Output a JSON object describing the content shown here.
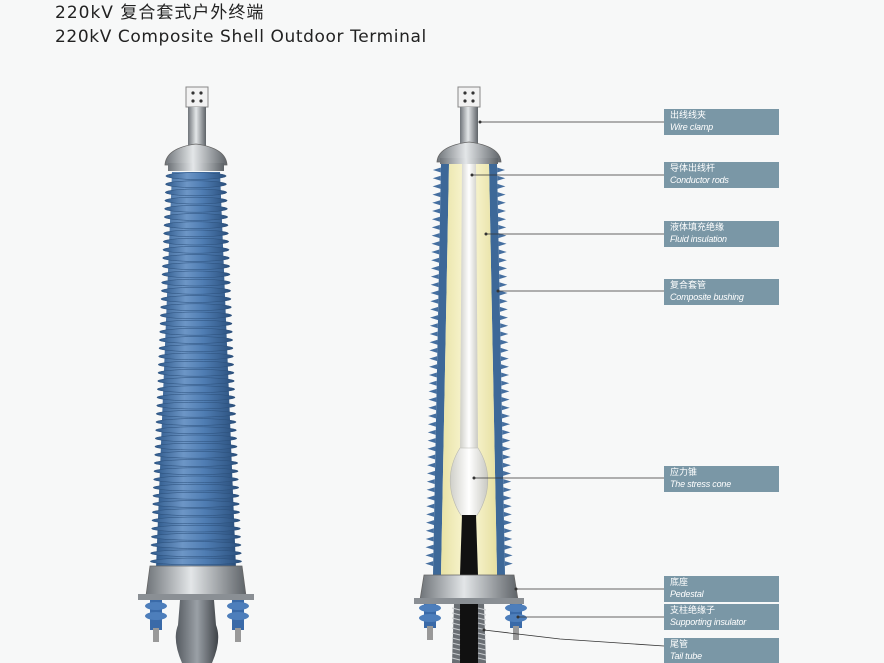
{
  "header": {
    "title_cn": "220kV 复合套式户外终端",
    "title_en": "220kV Composite Shell Outdoor Terminal"
  },
  "callouts": [
    {
      "cn": "出线线夹",
      "en": "Wire clamp"
    },
    {
      "cn": "导体出线杆",
      "en": "Conductor rods"
    },
    {
      "cn": "液体填充绝缘",
      "en": "Fluid insulation"
    },
    {
      "cn": "复合套管",
      "en": "Composite bushing"
    },
    {
      "cn": "应力锥",
      "en": "The stress cone"
    },
    {
      "cn": "底座",
      "en": "Pedestal"
    },
    {
      "cn": "支柱绝缘子",
      "en": "Supporting insulator"
    },
    {
      "cn": "尾管",
      "en": "Tail tube"
    }
  ],
  "colors": {
    "bushing_blue": "#4d79ad",
    "label_bg": "#7a97a6",
    "fluid_fill": "#f3efbf",
    "background": "#f7f8f8"
  }
}
